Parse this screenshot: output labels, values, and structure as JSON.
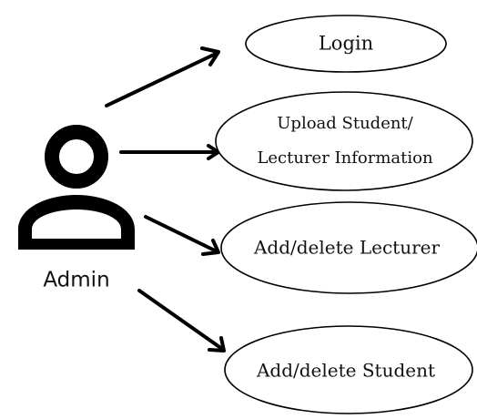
{
  "actor": {
    "label": "Admin",
    "icon": "person-icon",
    "color": "#000000"
  },
  "use_cases": [
    {
      "id": "login",
      "lines": [
        "Login"
      ]
    },
    {
      "id": "upload-info",
      "lines": [
        "Upload Student/",
        "Lecturer Information"
      ]
    },
    {
      "id": "add-delete-lecturer",
      "lines": [
        "Add/delete Lecturer"
      ]
    },
    {
      "id": "add-delete-student",
      "lines": [
        "Add/delete Student"
      ]
    }
  ]
}
